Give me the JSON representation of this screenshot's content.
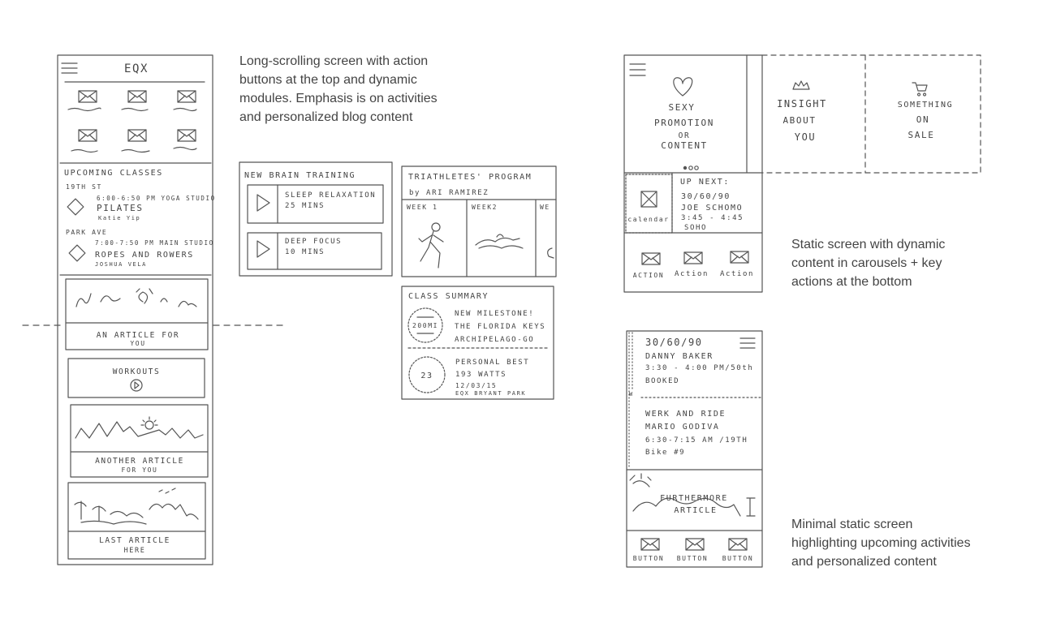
{
  "descriptions": {
    "long_scroll": [
      "Long-scrolling screen with action",
      "buttons at the top and dynamic",
      "modules. Emphasis is on activities",
      "and personalized blog content"
    ],
    "carousel": [
      "Static screen with dynamic",
      "content in carousels + key",
      "actions at the bottom"
    ],
    "minimal": [
      "Minimal static screen",
      "highlighting upcoming activities",
      "and personalized content"
    ]
  },
  "screen1": {
    "logo": "EQX",
    "upcoming_title": "UPCOMING CLASSES",
    "locations": [
      {
        "name": "19TH ST",
        "time": "6:00-6:50 PM YOGA STUDIO",
        "class": "PILATES",
        "instructor": "Katie Yip"
      },
      {
        "name": "PARK AVE",
        "time": "7:00-7:50 PM MAIN STUDIO",
        "class": "ROPES AND ROWERS",
        "instructor": "JOSHUA VELA"
      }
    ],
    "article1": [
      "AN ARTICLE FOR",
      "YOU"
    ],
    "workouts": "WORKOUTS",
    "article2": [
      "ANOTHER ARTICLE",
      "FOR YOU"
    ],
    "article3": [
      "LAST ARTICLE",
      "HERE"
    ]
  },
  "brain": {
    "title": "NEW BRAIN TRAINING",
    "items": [
      {
        "title": "SLEEP RELAXATION",
        "duration": "25 MINS"
      },
      {
        "title": "DEEP FOCUS",
        "duration": "10 MINS"
      }
    ]
  },
  "triathlete": {
    "title": "TRIATHLETES' PROGRAM",
    "byline": "by ARI RAMIREZ",
    "weeks": [
      "WEEK 1",
      "WEEK2",
      "WE"
    ]
  },
  "class_summary": {
    "title": "CLASS SUMMARY",
    "badges": [
      {
        "value": "200MI",
        "lines": [
          "NEW MILESTONE!",
          "THE FLORIDA KEYS",
          "ARCHIPELAGO-GO"
        ]
      },
      {
        "value": "23",
        "lines": [
          "PERSONAL BEST",
          "193 WATTS",
          "12/03/15",
          "EQX BRYANT PARK"
        ]
      }
    ]
  },
  "screen2": {
    "carousel": [
      [
        "SEXY",
        "PROMOTION",
        "OR",
        "CONTENT"
      ],
      [
        "INSIGHT",
        "ABOUT",
        "YOU"
      ],
      [
        "SOMETHING",
        "ON",
        "SALE"
      ]
    ],
    "calendar_label": "calendar",
    "up_next": [
      "UP NEXT:",
      "30/60/90",
      "JOE SCHOMO",
      "3:45 - 4:45",
      "SOHO"
    ],
    "actions": [
      "ACTION",
      "Action",
      "Action"
    ]
  },
  "screen3": {
    "bookings": [
      [
        "30/60/90",
        "DANNY BAKER",
        "3:30 - 4:00 PM/50th",
        "BOOKED"
      ],
      [
        "WERK AND RIDE",
        "MARIO GODIVA",
        "6:30-7:15 AM /19TH",
        "Bike #9"
      ]
    ],
    "week_label": "W",
    "article": [
      "FURTHERMORE",
      "ARTICLE"
    ],
    "buttons": [
      "BUTTON",
      "BUTTON",
      "BUTTON"
    ]
  }
}
